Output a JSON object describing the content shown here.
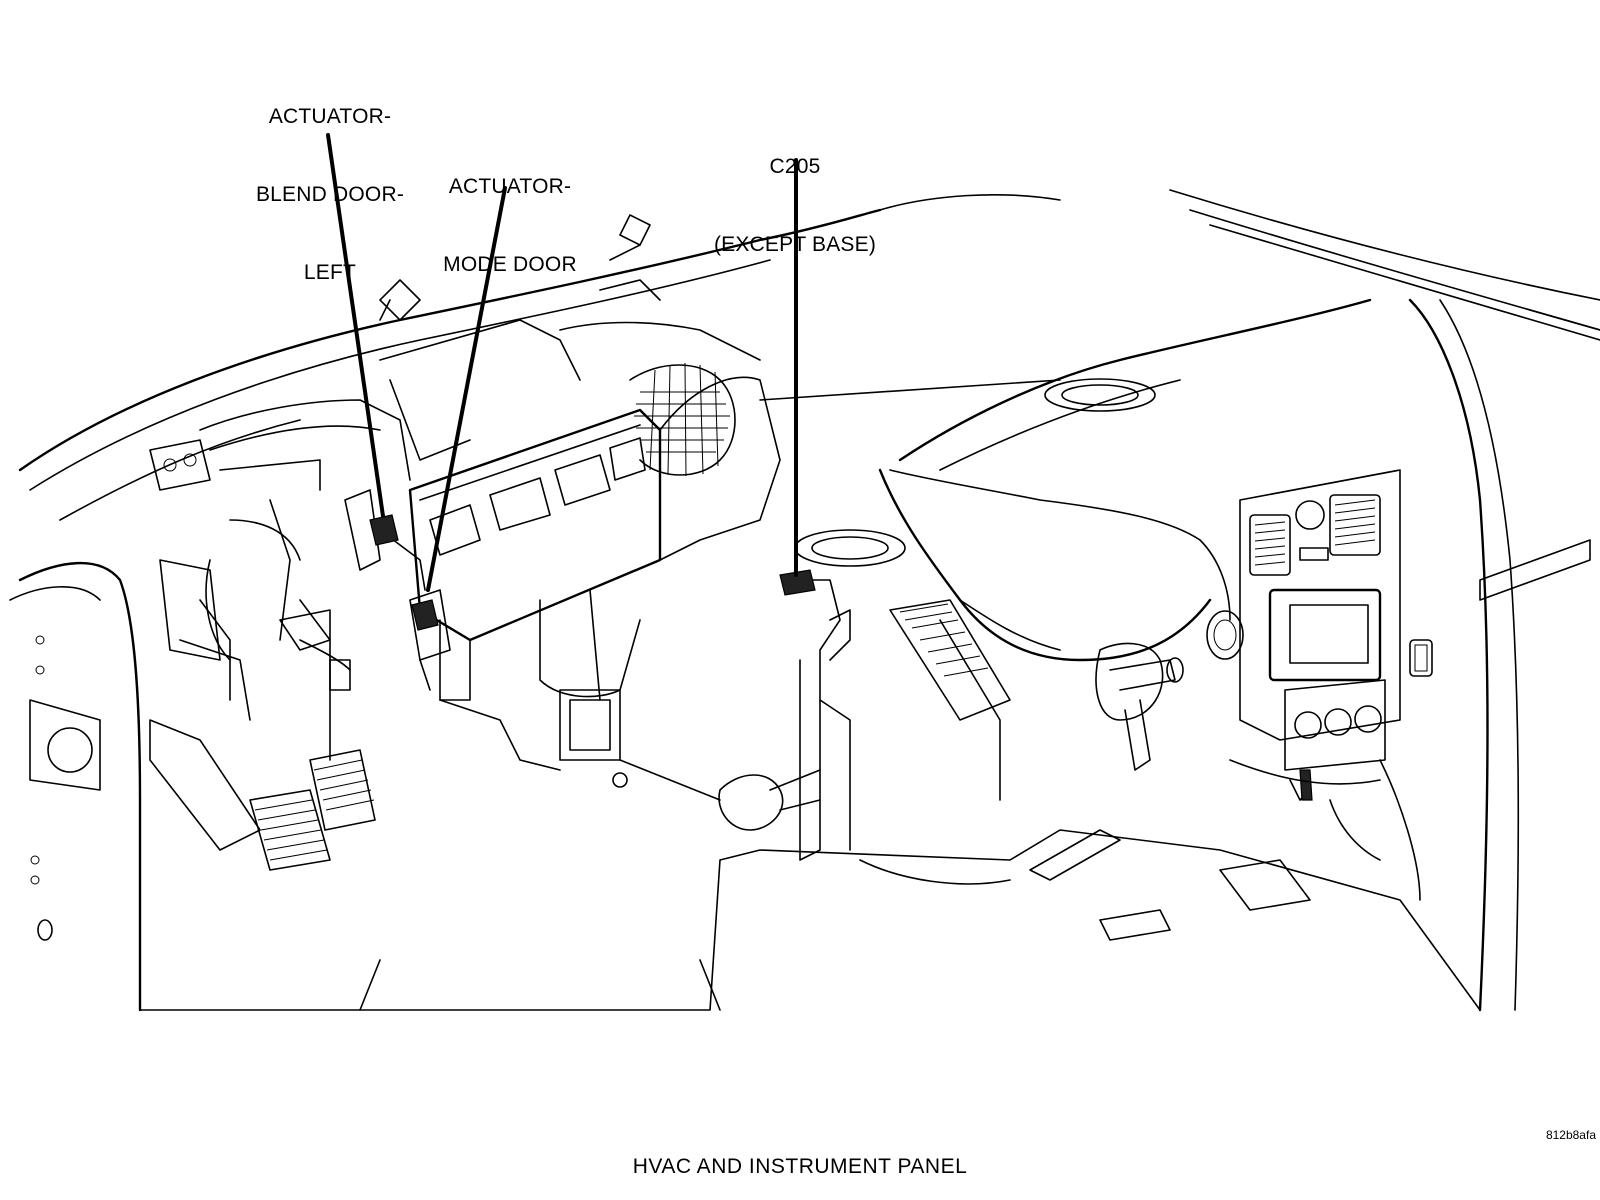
{
  "diagram": {
    "caption": "HVAC AND INSTRUMENT PANEL",
    "figure_code": "812b8afa",
    "callouts": [
      {
        "id": "blend-door-left",
        "lines": [
          "ACTUATOR-",
          "BLEND DOOR-",
          "LEFT"
        ]
      },
      {
        "id": "mode-door",
        "lines": [
          "ACTUATOR-",
          "MODE DOOR"
        ]
      },
      {
        "id": "c205",
        "lines": [
          "C205",
          "(EXCEPT BASE)"
        ]
      }
    ]
  }
}
